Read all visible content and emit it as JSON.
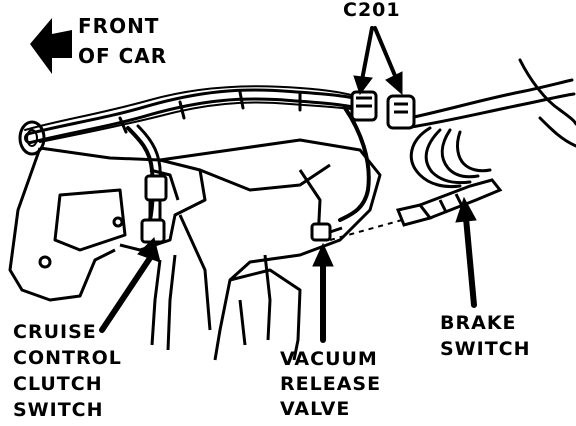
{
  "labels": {
    "front_of_car": [
      "FRONT",
      "OF CAR"
    ],
    "connector": "C201",
    "cruise_control_clutch_switch": [
      "CRUISE",
      "CONTROL",
      "CLUTCH",
      "SWITCH"
    ],
    "vacuum_release_valve": [
      "VACUUM",
      "RELEASE",
      "VALVE"
    ],
    "brake_switch": [
      "BRAKE",
      "SWITCH"
    ]
  },
  "icons": {
    "front_arrow": "arrow-left-icon",
    "callout_arrows": "callout-arrow-icon"
  },
  "colors": {
    "ink": "#000000",
    "paper": "#ffffff"
  }
}
